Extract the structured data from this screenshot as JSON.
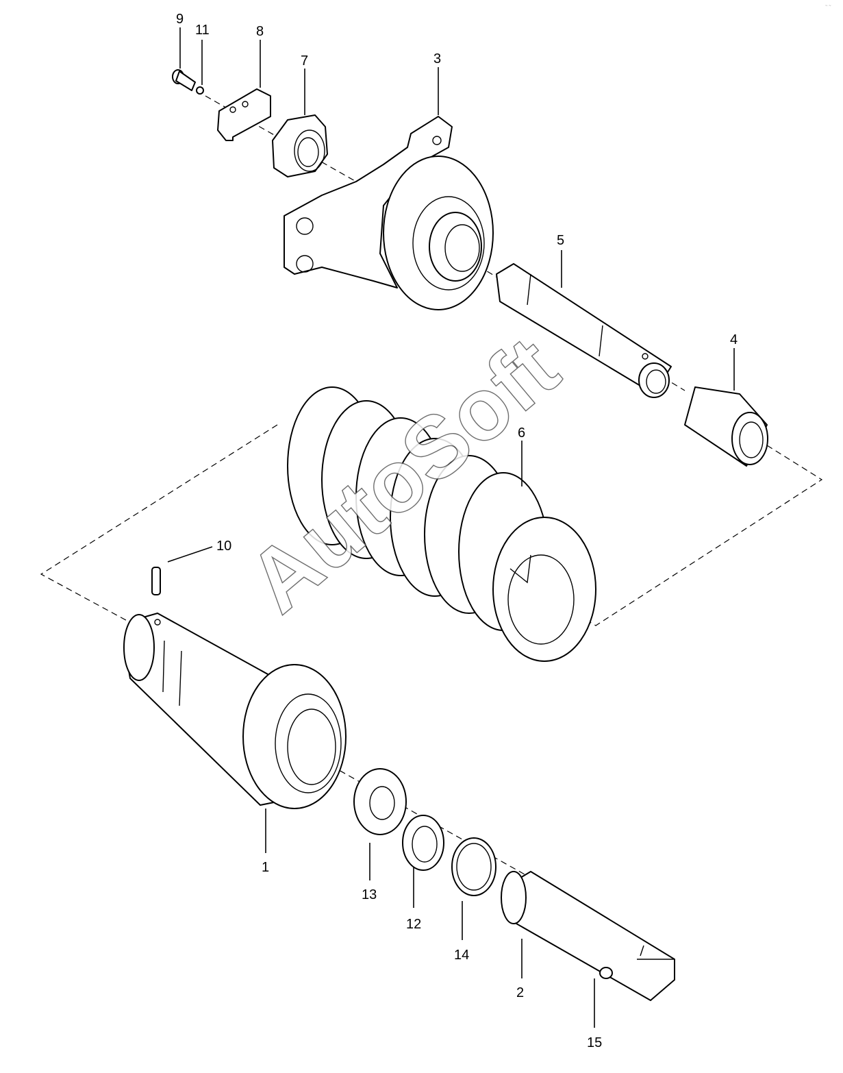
{
  "diagram": {
    "callouts": [
      "1",
      "2",
      "3",
      "4",
      "5",
      "6",
      "7",
      "8",
      "9",
      "10",
      "11",
      "12",
      "13",
      "14",
      "15"
    ],
    "watermark": "AutoSoft",
    "corner_mark": "~ ~"
  }
}
